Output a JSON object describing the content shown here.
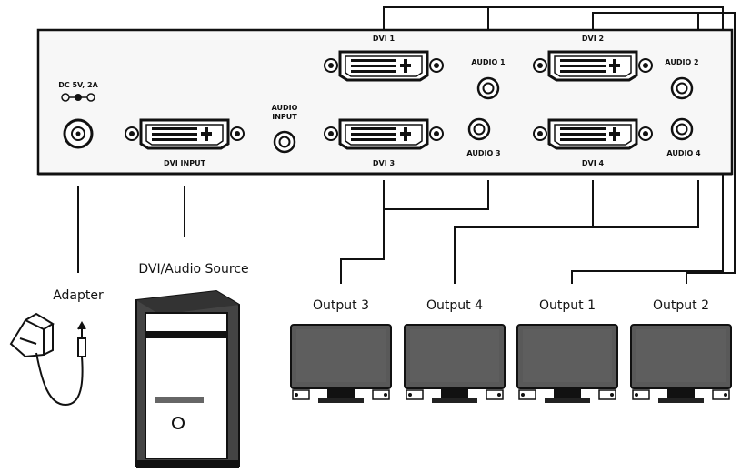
{
  "panel": {
    "power_label": "DC 5V, 2A",
    "dvi_input_label": "DVI INPUT",
    "audio_input_label_1": "AUDIO",
    "audio_input_label_2": "INPUT",
    "ports": [
      {
        "dvi": "DVI 1",
        "audio": "AUDIO 1"
      },
      {
        "dvi": "DVI 2",
        "audio": "AUDIO 2"
      },
      {
        "dvi": "DVI 3",
        "audio": "AUDIO 3"
      },
      {
        "dvi": "DVI 4",
        "audio": "AUDIO 4"
      }
    ]
  },
  "labels": {
    "adapter": "Adapter",
    "source": "DVI/Audio Source"
  },
  "outputs": [
    "Output 3",
    "Output 4",
    "Output 1",
    "Output 2"
  ],
  "colors": {
    "line": "#111111",
    "panel_fill": "#f7f7f7",
    "screen": "#595959",
    "screen_dark": "#3a3a3a"
  }
}
